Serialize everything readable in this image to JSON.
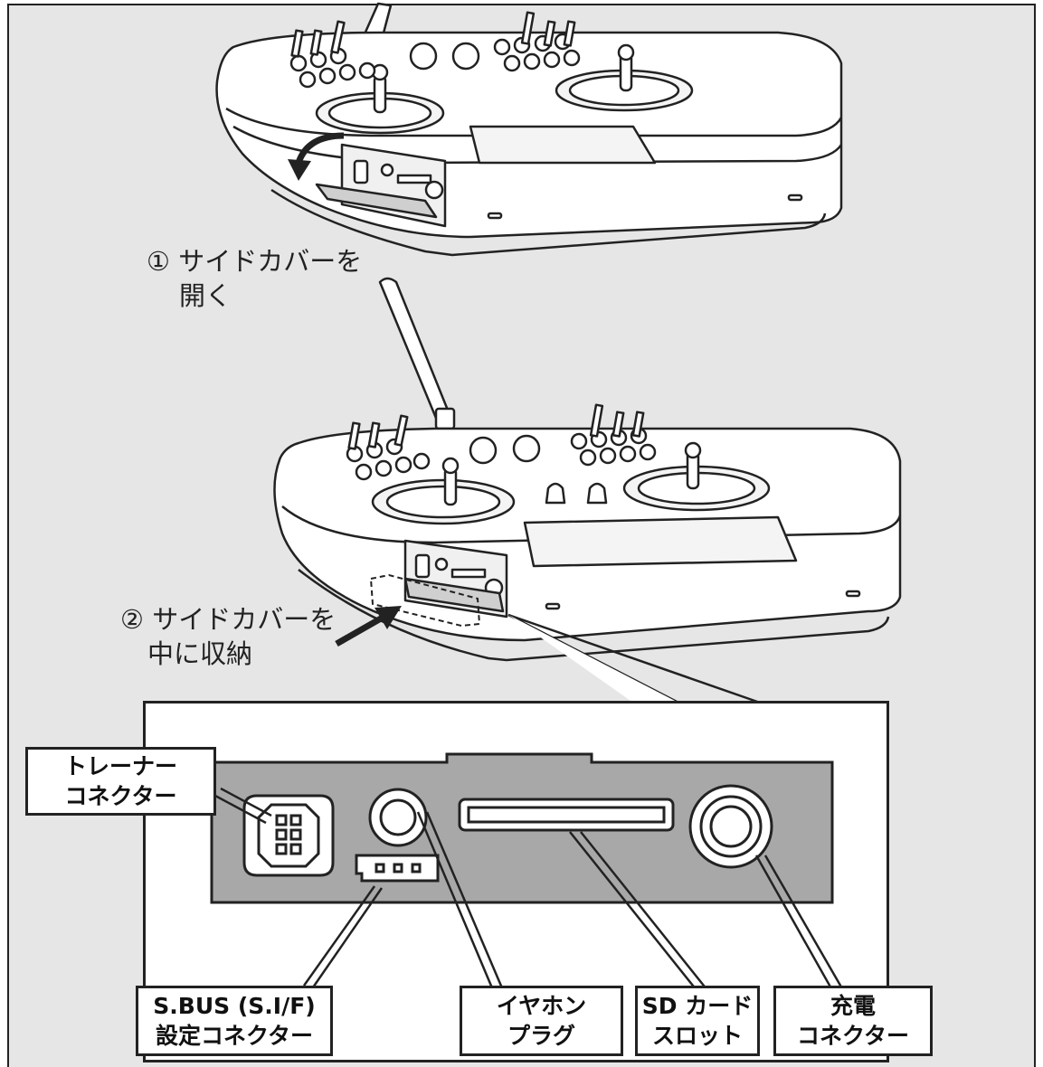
{
  "steps": {
    "step1": {
      "line1": "① サイドカバーを",
      "line2": "開く"
    },
    "step2": {
      "line1": "② サイドカバーを",
      "line2": "中に収納"
    }
  },
  "labels": {
    "trainer": {
      "line1": "トレーナー",
      "line2": "コネクター"
    },
    "sbus": {
      "line1": "S.BUS (S.I/F)",
      "line2": "設定コネクター"
    },
    "earphone": {
      "line1": "イヤホン",
      "line2": "プラグ"
    },
    "sdcard": {
      "line1": "SD カード",
      "line2": "スロット"
    },
    "charge": {
      "line1": "充電",
      "line2": "コネクター"
    }
  },
  "colors": {
    "background": "#e6e6e6",
    "panel": "#a8a8a8",
    "line": "#222222",
    "white": "#ffffff"
  }
}
